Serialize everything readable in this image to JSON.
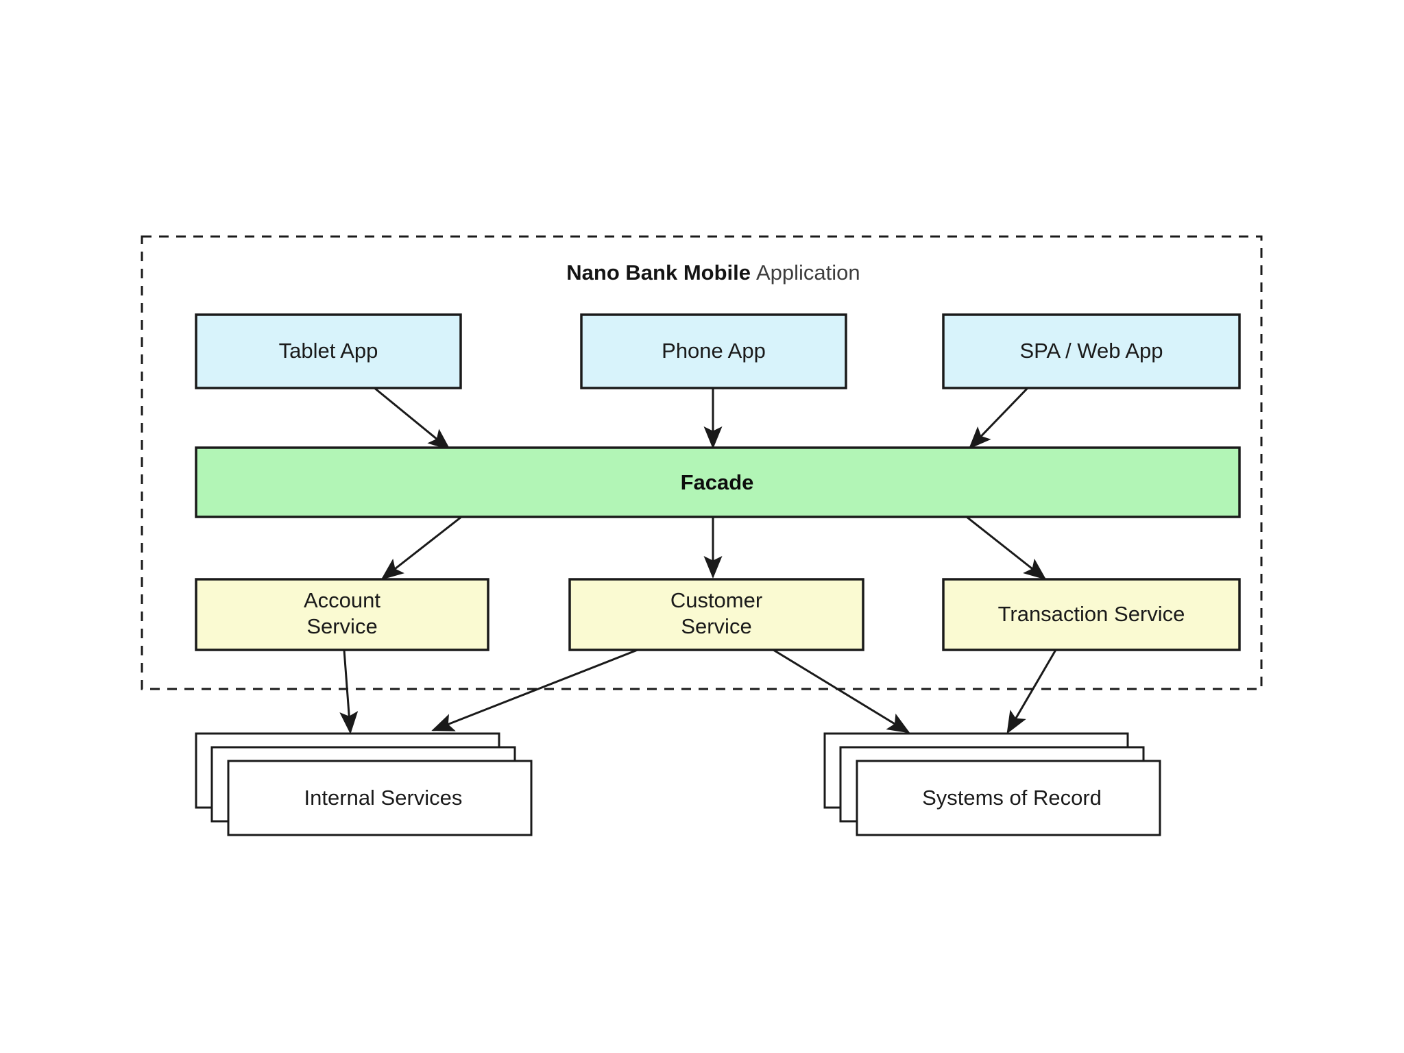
{
  "diagram": {
    "type": "architecture-layered-diagram",
    "background_color": "#ffffff",
    "boundary": {
      "name": "nano-bank-mobile-application-boundary",
      "title_bold": "Nano Bank Mobile",
      "title_regular": "Application",
      "style": "dashed",
      "stroke_color": "#1a1a1a"
    },
    "colors": {
      "client_fill": "#d8f3fb",
      "facade_fill": "#b2f5b6",
      "service_fill": "#fafad2",
      "external_fill": "#ffffff",
      "stroke": "#1a1a1a",
      "text": "#1a1a1a"
    },
    "layers": {
      "clients": {
        "name": "client-applications-layer",
        "nodes": [
          {
            "id": "tablet-app",
            "label": "Tablet App"
          },
          {
            "id": "phone-app",
            "label": "Phone App"
          },
          {
            "id": "spa-web-app",
            "label": "SPA / Web App"
          }
        ]
      },
      "facade": {
        "name": "facade-layer",
        "nodes": [
          {
            "id": "facade",
            "label": "Facade",
            "bold": true
          }
        ]
      },
      "services": {
        "name": "services-layer",
        "nodes": [
          {
            "id": "account-service",
            "label_line1": "Account",
            "label_line2": "Service"
          },
          {
            "id": "customer-service",
            "label_line1": "Customer",
            "label_line2": "Service"
          },
          {
            "id": "transaction-service",
            "label_line1": "Transaction Service",
            "label_line2": ""
          }
        ]
      },
      "external": {
        "name": "external-systems-layer",
        "nodes": [
          {
            "id": "internal-services",
            "label": "Internal Services",
            "stacked": true,
            "stack_depth": 3
          },
          {
            "id": "systems-of-record",
            "label": "Systems of Record",
            "stacked": true,
            "stack_depth": 3
          }
        ]
      }
    },
    "edges": [
      {
        "id": "edge-tablet-to-facade",
        "from": "Tablet App",
        "to": "Facade"
      },
      {
        "id": "edge-phone-to-facade",
        "from": "Phone App",
        "to": "Facade"
      },
      {
        "id": "edge-spa-to-facade",
        "from": "SPA / Web App",
        "to": "Facade"
      },
      {
        "id": "edge-facade-to-account",
        "from": "Facade",
        "to": "Account Service"
      },
      {
        "id": "edge-facade-to-customer",
        "from": "Facade",
        "to": "Customer Service"
      },
      {
        "id": "edge-facade-to-transaction",
        "from": "Facade",
        "to": "Transaction Service"
      },
      {
        "id": "edge-account-to-internal",
        "from": "Account Service",
        "to": "Internal Services"
      },
      {
        "id": "edge-customer-to-internal",
        "from": "Customer Service",
        "to": "Internal Services"
      },
      {
        "id": "edge-customer-to-record",
        "from": "Customer Service",
        "to": "Systems of Record"
      },
      {
        "id": "edge-transaction-to-record",
        "from": "Transaction Service",
        "to": "Systems of Record"
      }
    ]
  }
}
